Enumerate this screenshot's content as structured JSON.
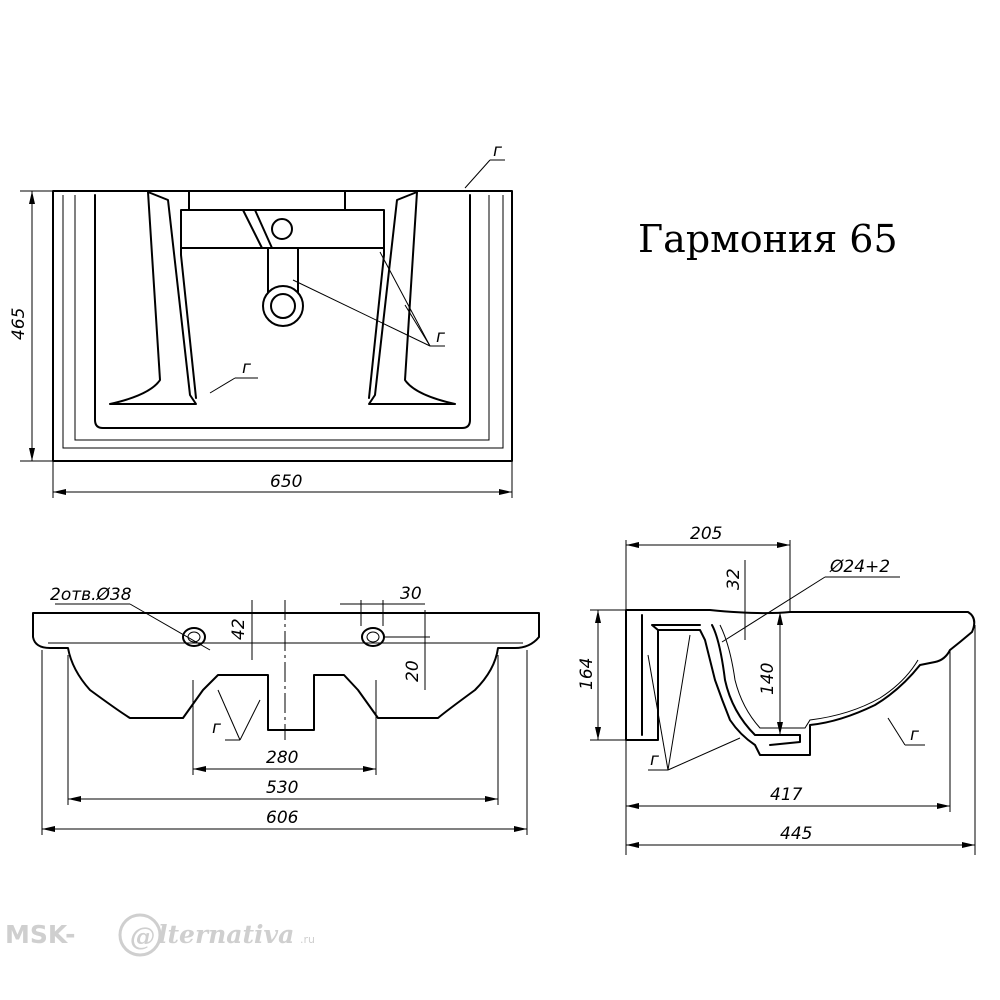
{
  "title": "Гармония 65",
  "watermark": {
    "prefix": "MSK-",
    "symbol": "@",
    "suffix": "lternativa",
    "tld": ".ru"
  },
  "top_view": {
    "height": "465",
    "width": "650",
    "label_g1": "г",
    "label_g2": "г",
    "label_g3": "г"
  },
  "front_view": {
    "holes": "2отв.Ø38",
    "dim_30": "30",
    "dim_42": "42",
    "dim_20": "20",
    "dim_280": "280",
    "dim_530": "530",
    "dim_606": "606",
    "label_g": "г"
  },
  "side_view": {
    "dim_205": "205",
    "dim_32": "32",
    "dia": "Ø24+2",
    "dim_164": "164",
    "dim_140": "140",
    "dim_417": "417",
    "dim_445": "445",
    "label_g1": "г",
    "label_g2": "г"
  }
}
